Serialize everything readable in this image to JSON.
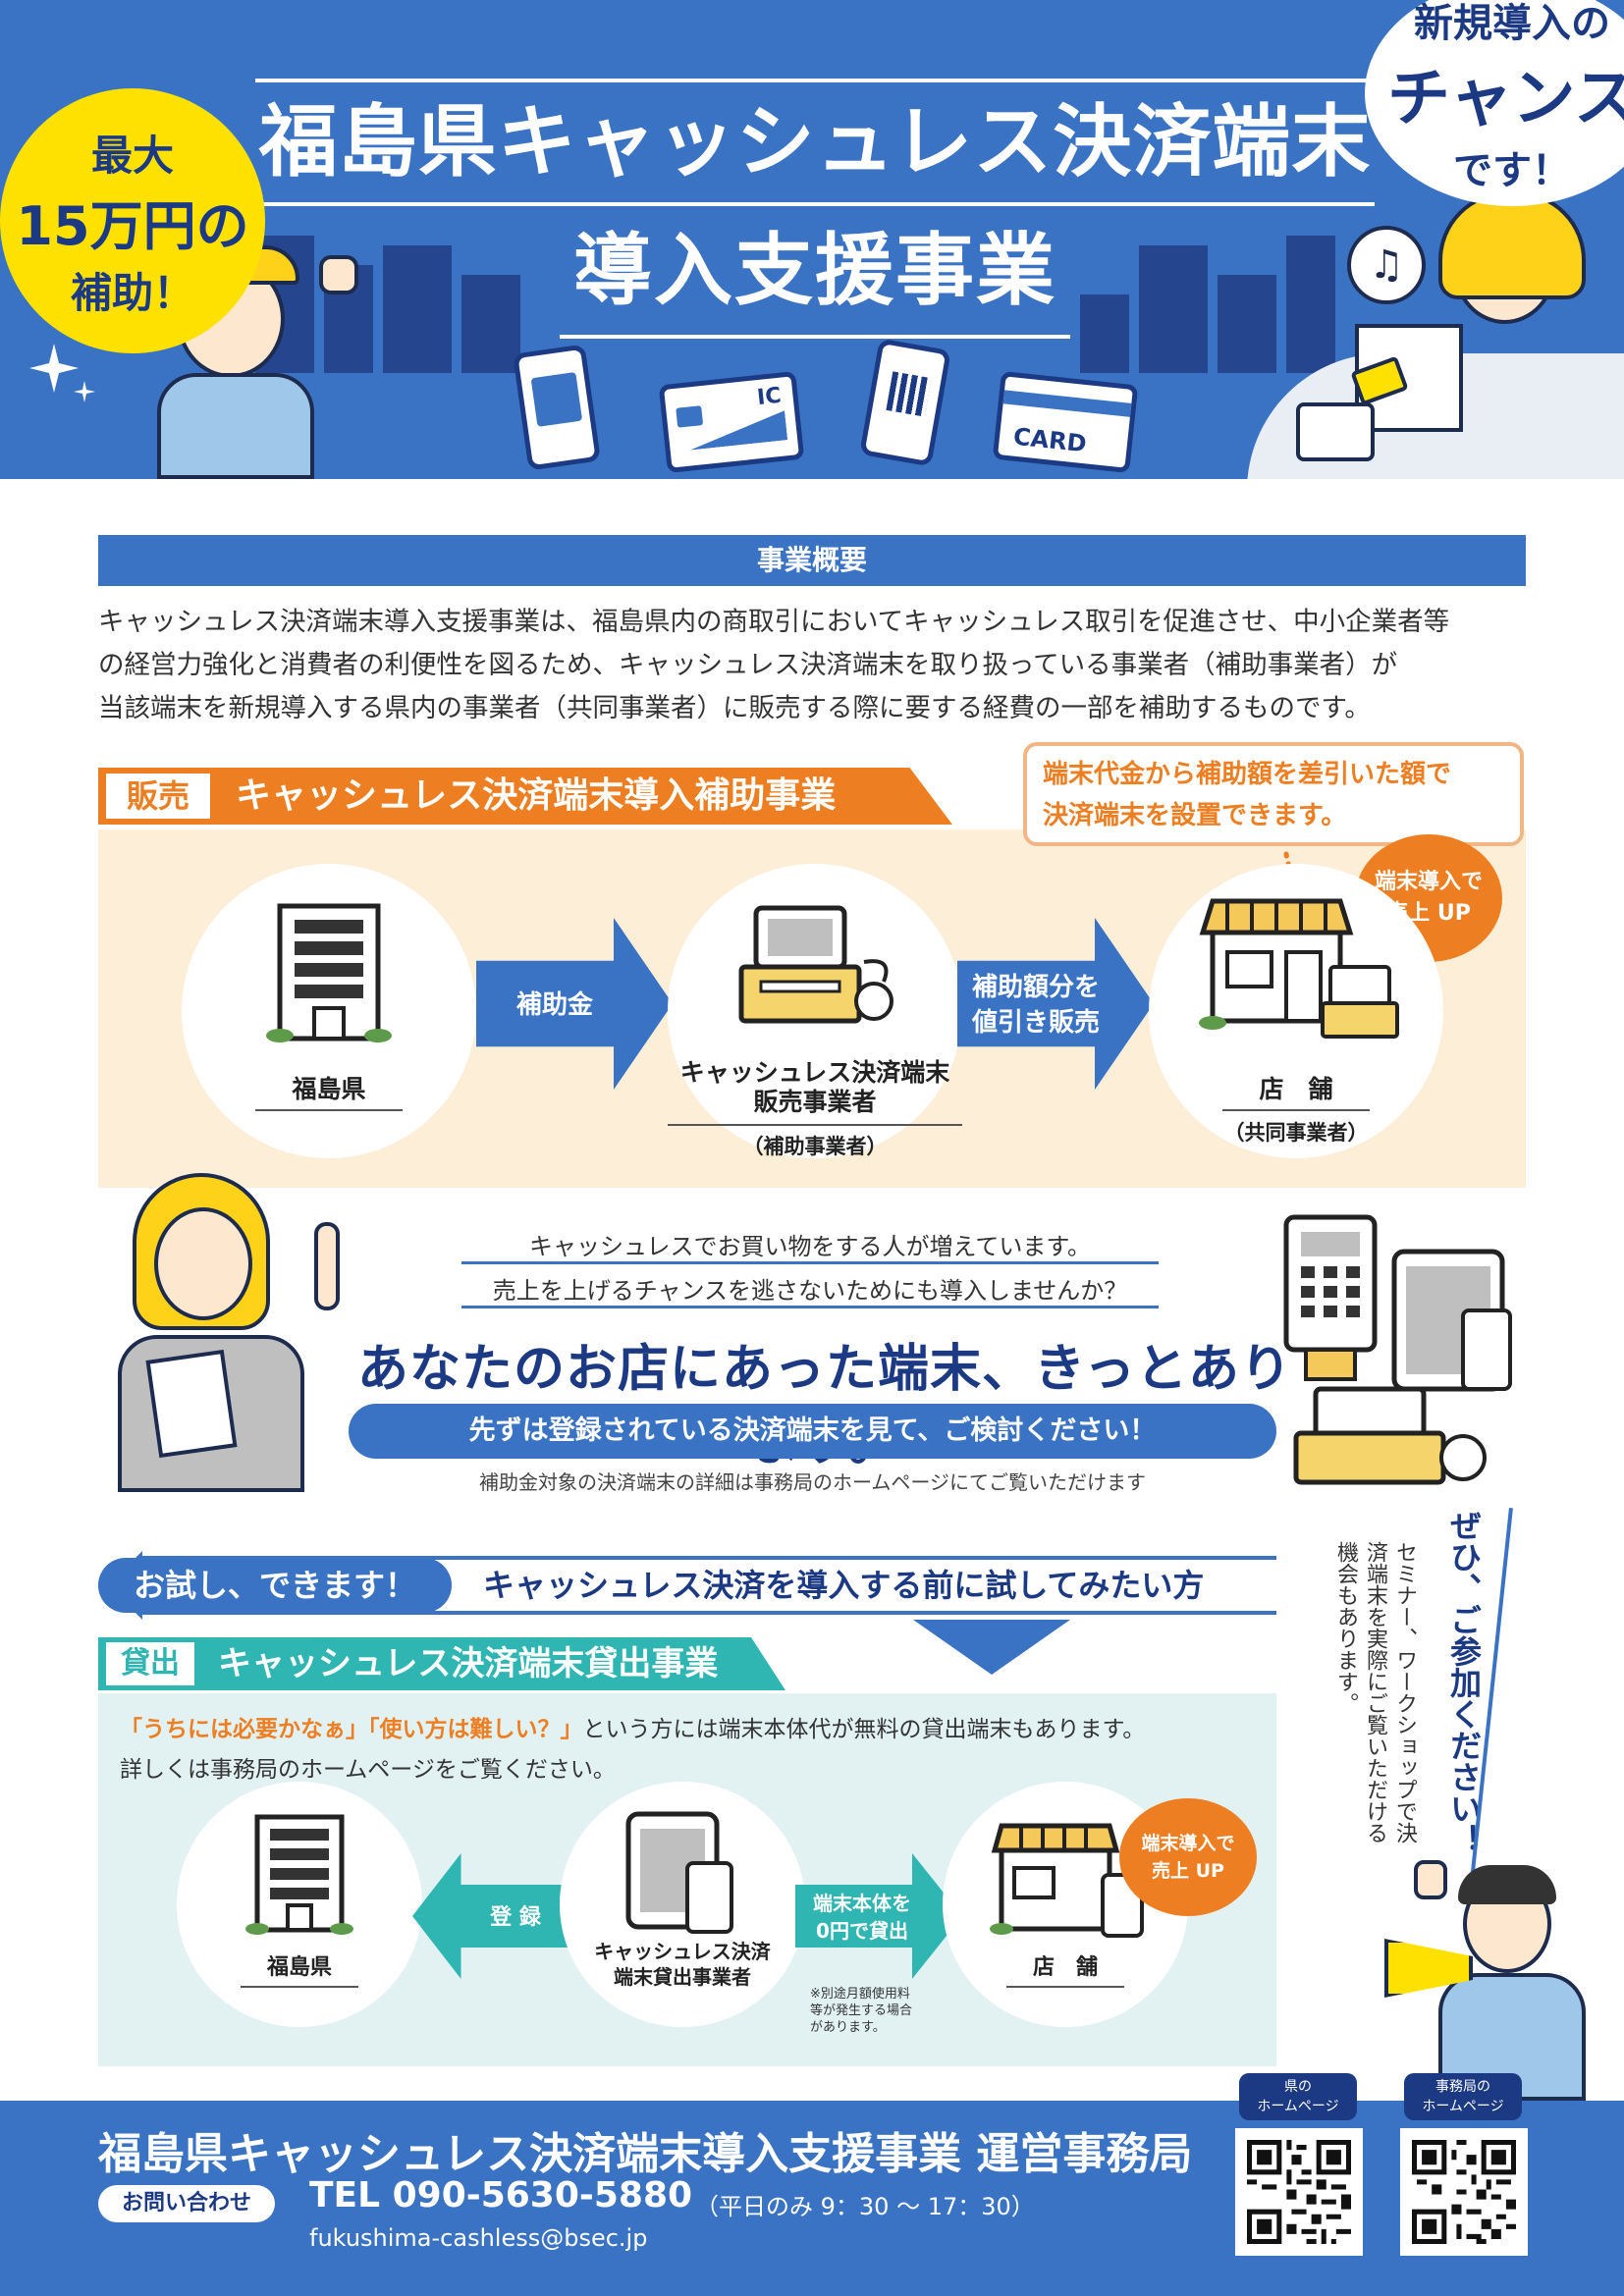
{
  "header": {
    "title_line1": "福島県キャッシュレス決済端末",
    "title_line2": "導入支援事業",
    "badge_left": {
      "line1": "最大",
      "line2": "15万円の",
      "line3": "補助！"
    },
    "badge_right": {
      "line1": "新規導入の",
      "line2": "チャンス",
      "line3": "です！"
    },
    "card_labels": {
      "ic": "IC",
      "card": "CARD"
    }
  },
  "overview": {
    "heading": "事業概要",
    "lines": [
      "キャッシュレス決済端末導入支援事業は、福島県内の商取引においてキャッシュレス取引を促進させ、中小企業者等",
      "の経営力強化と消費者の利便性を図るため、キャッシュレス決済端末を取り扱っている事業者（補助事業者）が",
      "当該端末を新規導入する県内の事業者（共同事業者）に販売する際に要する経費の一部を補助するものです。"
    ]
  },
  "sales": {
    "tag": "販売",
    "title": "キャッシュレス決済端末導入補助事業",
    "note_line1": "端末代金から補助額を差引いた額で",
    "note_line2": "決済端末を設置できます。",
    "badge_line1": "端末導入で",
    "badge_line2": "売上 UP",
    "arrow1": "補助金",
    "arrow2_line1": "補助額分を",
    "arrow2_line2": "値引き販売",
    "node1": "福島県",
    "node2_line1": "キャッシュレス決済端末",
    "node2_line2": "販売事業者",
    "node2_sub": "（補助事業者）",
    "node3": "店　舗",
    "node3_sub": "（共同事業者）"
  },
  "promo": {
    "line1": "キャッシュレスでお買い物をする人が増えています。",
    "line2": "売上を上げるチャンスを逃さないためにも導入しませんか？",
    "big": "あなたのお店にあった端末、きっとあります。",
    "pill": "先ずは登録されている決済端末を見て、ご検討ください！",
    "small": "補助金対象の決済端末の詳細は事務局のホームページにてご覧いただけます"
  },
  "trial": {
    "pill": "お試し、できます！",
    "text": "キャッシュレス決済を導入する前に試してみたい方"
  },
  "lending": {
    "tag": "貸出",
    "title": "キャッシュレス決済端末貸出事業",
    "text1_highlight": "「うちには必要かなぁ」「使い方は難しい？」",
    "text1_rest": "という方には端末本体代が無料の貸出端末もあります。",
    "text2": "詳しくは事務局のホームページをご覧ください。",
    "arrow1": "登 録",
    "arrow2_line1": "端末本体を",
    "arrow2_line2": "0円で貸出",
    "node1": "福島県",
    "node2_line1": "キャッシュレス決済",
    "node2_line2": "端末貸出事業者",
    "node3": "店　舗",
    "note_line1": "※別途月額使用料",
    "note_line2": "等が発生する場合",
    "note_line3": "があります。",
    "badge_line1": "端末導入で",
    "badge_line2": "売上 UP"
  },
  "side": {
    "invite": "ぜひ、ご参加ください！",
    "seminar": "セミナー、ワークショップで決済端末を実際にご覧いただける機会もあります。"
  },
  "footer": {
    "title": "福島県キャッシュレス決済端末導入支援事業 運営事務局",
    "contact_label": "お問い合わせ",
    "tel": "TEL 090-5630-5880",
    "hours": "（平日のみ 9：30 〜 17：30）",
    "email": "fukushima-cashless@bsec.jp",
    "qr1_label_line1": "県の",
    "qr1_label_line2": "ホームページ",
    "qr2_label_line1": "事務局の",
    "qr2_label_line2": "ホームページ"
  },
  "colors": {
    "blue": "#3a73c4",
    "navy": "#1c3a84",
    "orange": "#ee7e22",
    "teal": "#2fb5b2",
    "yellow": "#ffe100"
  }
}
